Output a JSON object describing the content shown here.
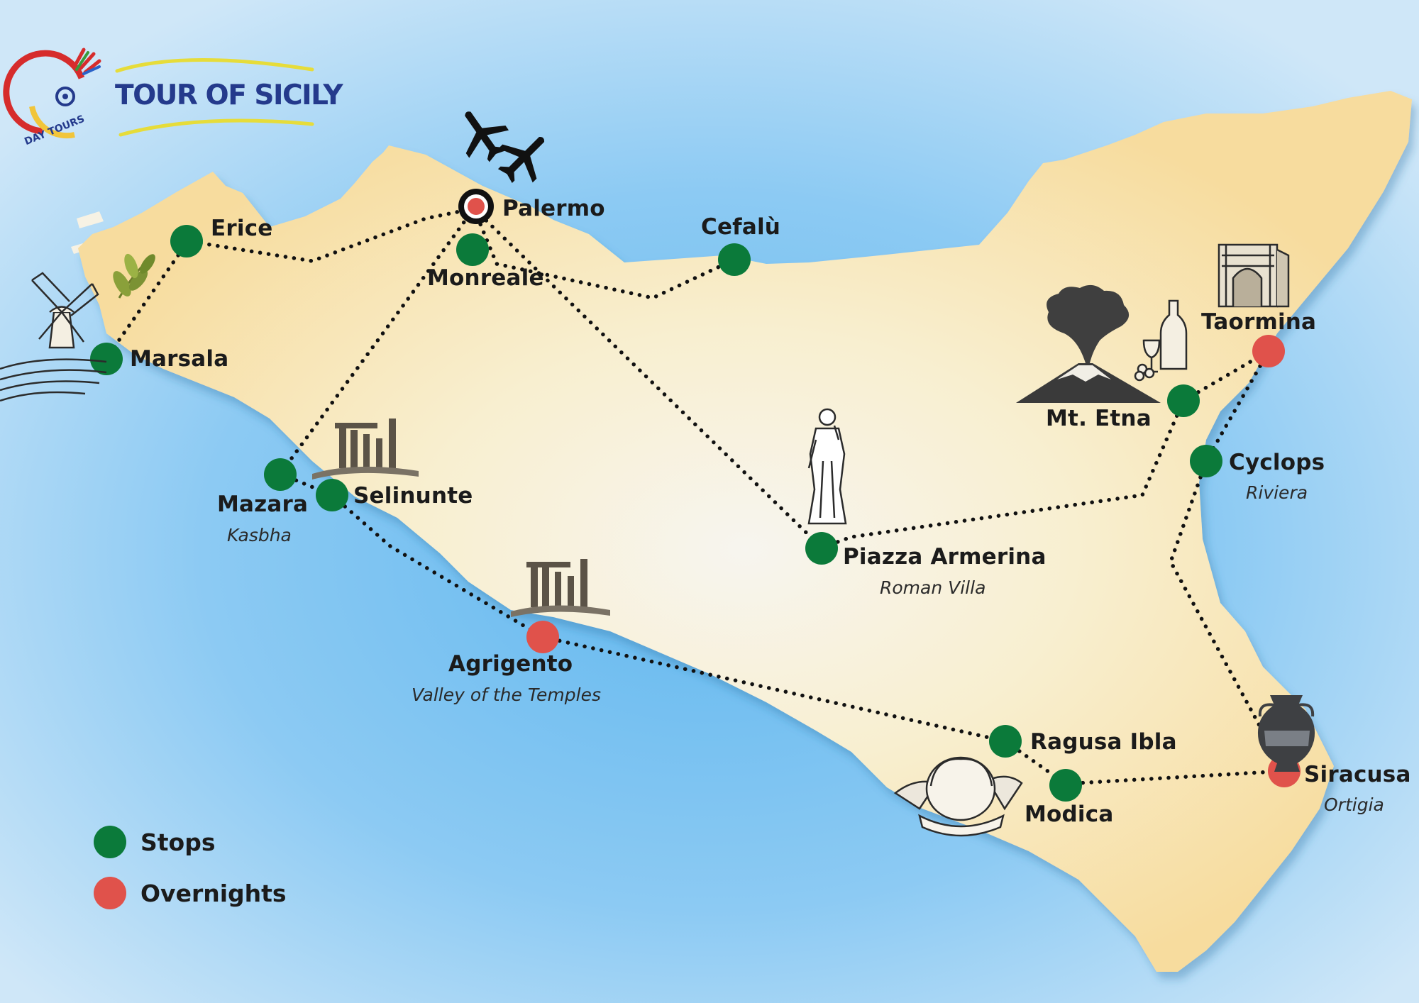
{
  "brand": {
    "title": "TOUR OF SICILY",
    "logo_text": "DAY TOURS"
  },
  "colors": {
    "sea": "#9fd0f2",
    "island": "#f8e4ae",
    "stop": "#0b7a3a",
    "overnight": "#e0524b",
    "route": "#111111",
    "brand": "#243a8c"
  },
  "legend": {
    "stops_label": "Stops",
    "overnights_label": "Overnights"
  },
  "places": {
    "palermo": {
      "name": "Palermo",
      "type": "overnight-airport"
    },
    "monreale": {
      "name": "Monreale",
      "type": "stop"
    },
    "cefalu": {
      "name": "Cefalù",
      "type": "stop"
    },
    "erice": {
      "name": "Erice",
      "type": "stop"
    },
    "marsala": {
      "name": "Marsala",
      "type": "stop"
    },
    "mazara": {
      "name": "Mazara",
      "subtitle": "Kasbha",
      "type": "stop"
    },
    "selinunte": {
      "name": "Selinunte",
      "type": "stop"
    },
    "agrigento": {
      "name": "Agrigento",
      "subtitle": "Valley of the Temples",
      "type": "overnight"
    },
    "piazza_armerina": {
      "name": "Piazza Armerina",
      "subtitle": "Roman Villa",
      "type": "stop"
    },
    "etna": {
      "name": "Mt. Etna",
      "type": "stop"
    },
    "taormina": {
      "name": "Taormina",
      "type": "overnight"
    },
    "cyclops": {
      "name": "Cyclops",
      "subtitle": "Riviera",
      "type": "stop"
    },
    "siracusa": {
      "name": "Siracusa",
      "subtitle": "Ortigia",
      "type": "overnight"
    },
    "ragusa": {
      "name": "Ragusa Ibla",
      "type": "stop"
    },
    "modica": {
      "name": "Modica",
      "type": "stop"
    }
  },
  "icons": [
    "windmill-icon",
    "olive-branch-icon",
    "airplane-icon",
    "greek-temple-icon",
    "statue-icon",
    "volcano-icon",
    "wine-icon",
    "ruins-arch-icon",
    "greek-vase-icon",
    "cherub-icon"
  ]
}
